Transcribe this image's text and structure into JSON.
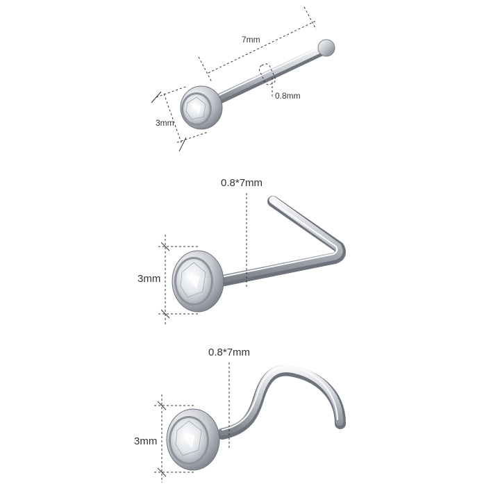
{
  "products": [
    {
      "name": "straight-bone",
      "labels": {
        "length": "7mm",
        "gauge": "0.8mm",
        "gem": "3mm"
      }
    },
    {
      "name": "l-shape",
      "labels": {
        "size": "0.8*7mm",
        "gem": "3mm"
      }
    },
    {
      "name": "screw",
      "labels": {
        "size": "0.8*7mm",
        "gem": "3mm"
      }
    }
  ],
  "colors": {
    "background": "#ffffff",
    "metal_light": "#f4f4f6",
    "metal_mid": "#b8bcc4",
    "metal_dark": "#6d727c",
    "dimension_lines": "#333333"
  }
}
